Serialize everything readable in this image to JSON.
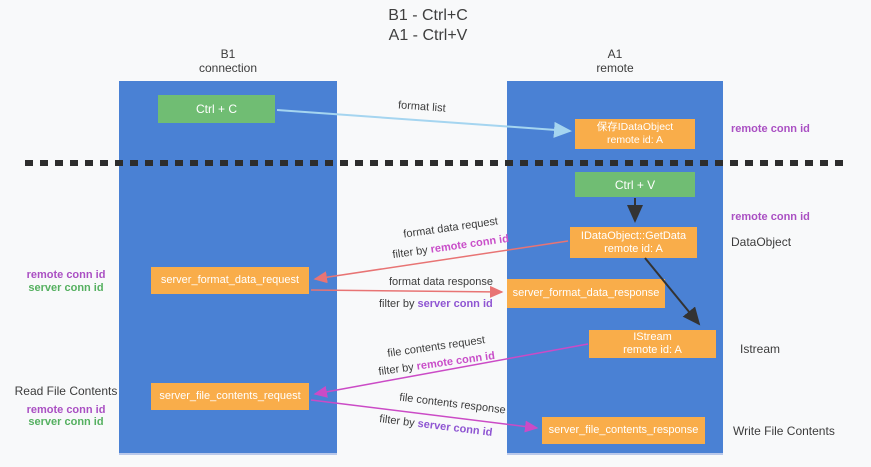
{
  "title": {
    "line1": "B1 - Ctrl+C",
    "line2": "A1 - Ctrl+V"
  },
  "lanes": {
    "left": {
      "name": "B1",
      "role": "connection"
    },
    "right": {
      "name": "A1",
      "role": "remote"
    }
  },
  "nodes": {
    "ctrl_c": {
      "label": "Ctrl + C"
    },
    "ctrl_v": {
      "label": "Ctrl + V"
    },
    "saved_dataobject": {
      "line1": "保存IDataObject",
      "line2": "remote id: A"
    },
    "getdata": {
      "line1": "IDataObject::GetData",
      "line2": "remote id: A"
    },
    "istream": {
      "line1": "IStream",
      "line2": "remote id: A"
    },
    "format_request": {
      "label": "server_format_data_request"
    },
    "format_response": {
      "label": "server_format_data_response"
    },
    "file_request": {
      "label": "server_file_contents_request"
    },
    "file_response": {
      "label": "server_file_contents_response"
    }
  },
  "edge_labels": {
    "format_list": "format list",
    "format_data_request": "format data request",
    "format_data_response": "format data response",
    "file_contents_request": "file contents request",
    "file_contents_response": "file contents response",
    "filter_by": "filter by",
    "remote_conn_id": "remote conn id",
    "server_conn_id": "server conn id"
  },
  "side_labels": {
    "remote_conn_id": "remote conn id",
    "server_conn_id": "server conn id",
    "read_file_contents": "Read File Contents",
    "write_file_contents": "Write File Contents",
    "dataobject": "DataObject",
    "istream": "Istream"
  },
  "colors": {
    "lane_blue": "#4a81d4",
    "node_green": "#70bd73",
    "node_orange": "#f9ad4a",
    "arrow_lightblue": "#a5d5f0",
    "arrow_red": "#e87474",
    "arrow_magenta": "#cb4bc6",
    "arrow_black": "#333333",
    "separator": "#2d2d2d",
    "text_purple": "#aa50c3",
    "text_green": "#55b060",
    "text_magenta": "#c94fc9",
    "text_violet": "#8f55d2"
  }
}
